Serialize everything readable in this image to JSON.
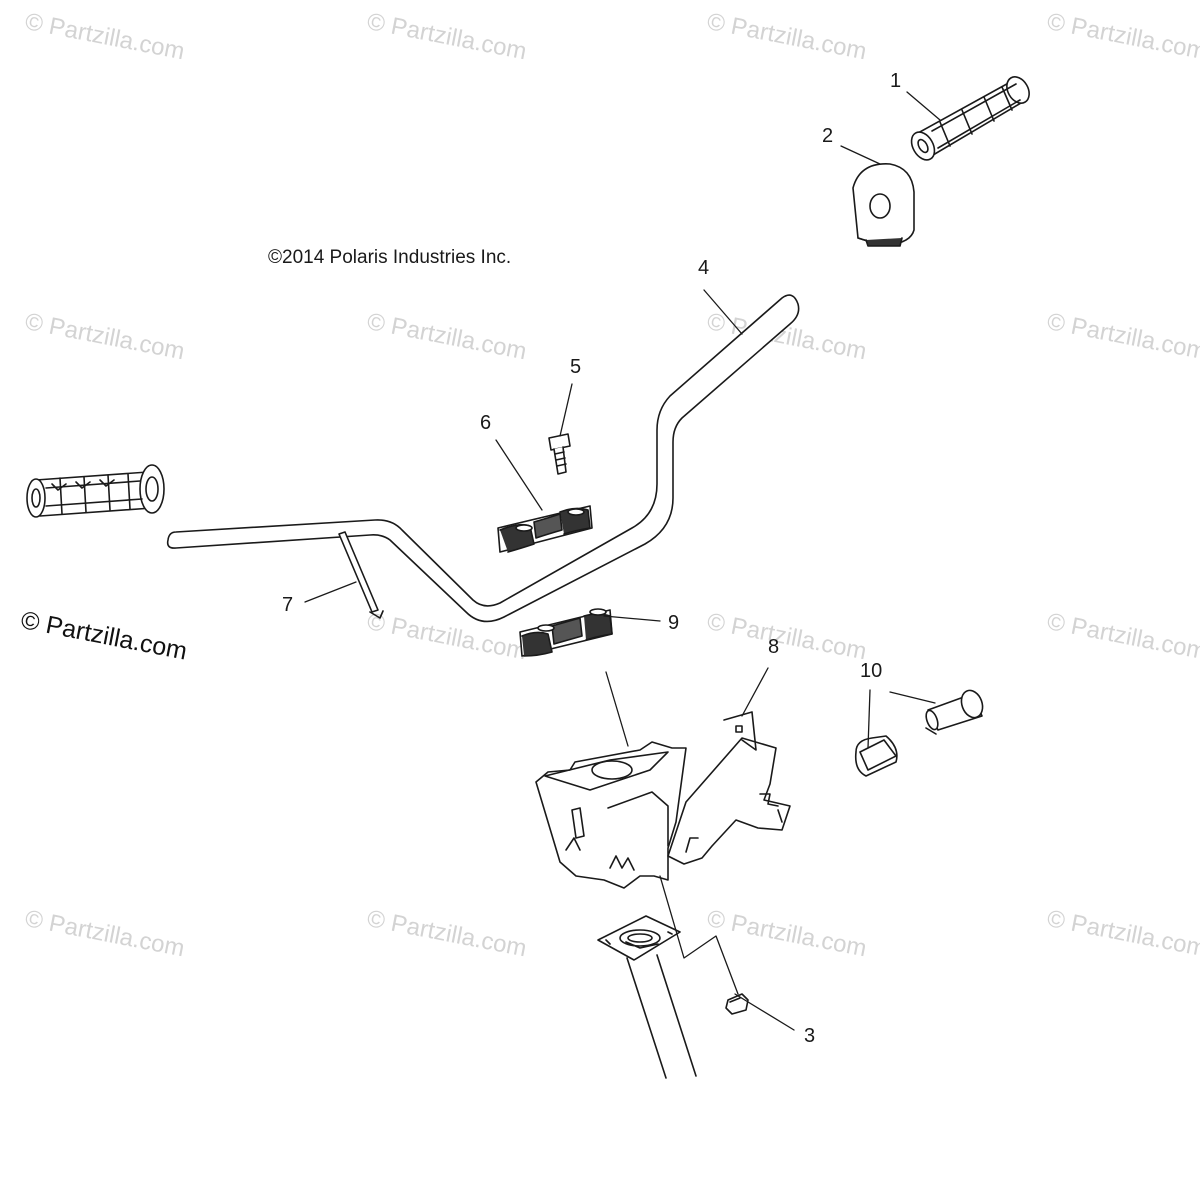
{
  "diagram": {
    "copyright": "©2014 Polaris Industries Inc.",
    "brand_mark": "© Partzilla.com",
    "watermark_text": "© Partzilla.com",
    "callouts": {
      "c1": "1",
      "c2": "2",
      "c3": "3",
      "c4": "4",
      "c5": "5",
      "c6": "6",
      "c7": "7",
      "c8": "8",
      "c9": "9",
      "c10": "10"
    },
    "line_color": "#1a1a1a",
    "fill_color": "#ffffff",
    "watermark_color": "#d3d3d3"
  }
}
